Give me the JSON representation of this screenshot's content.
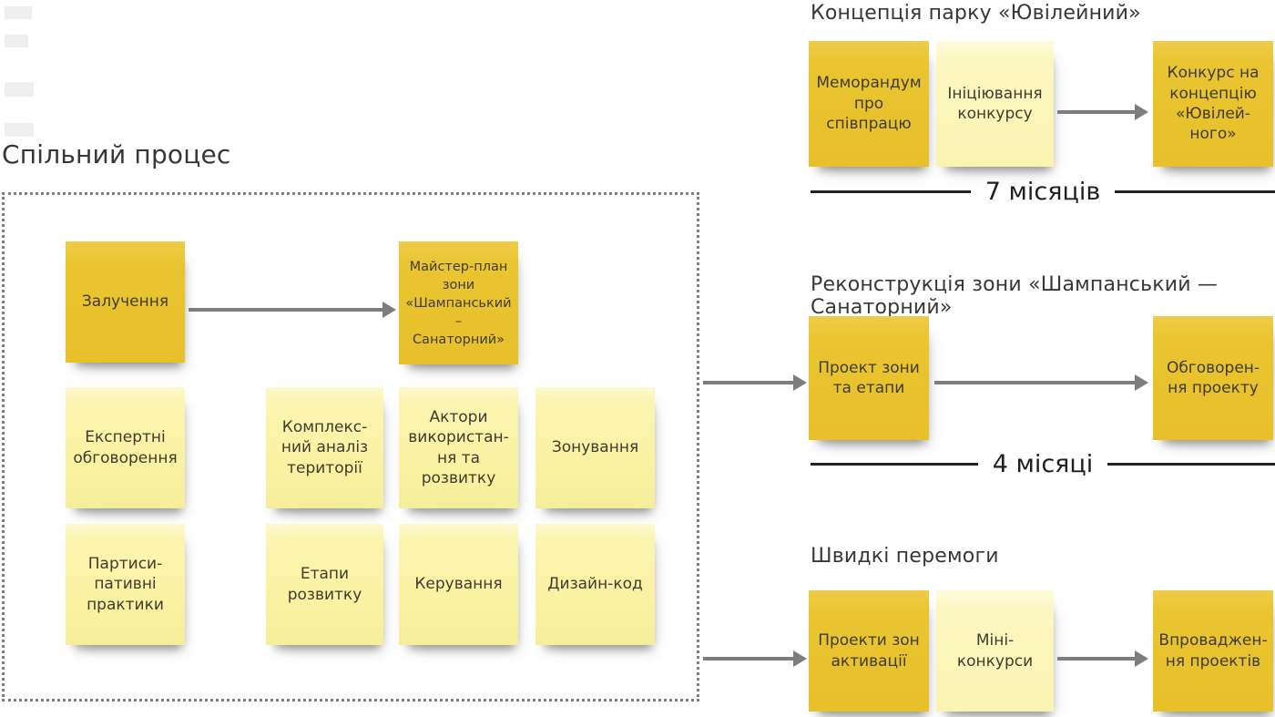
{
  "palette": {
    "note_dark": "#e8c42e",
    "note_light": "#f9f2a2",
    "note_text": "#3f3b2e",
    "arrow": "#7d7d7d",
    "timeline_line": "#242424",
    "box_border": "#7f7f7f",
    "background": "#ffffff"
  },
  "left_panel": {
    "title": "Спільний процес",
    "notes": [
      {
        "text": "Залучення",
        "variant": "dark"
      },
      {
        "text": "Майстер-план\nзони\n«Шампанський –\nСанаторний»",
        "variant": "dark"
      },
      {
        "text": "Експертні\nобговорення",
        "variant": "light"
      },
      {
        "text": "Комплекс-\nний аналіз\nтериторії",
        "variant": "light"
      },
      {
        "text": "Актори\nвикористан-\nня та\nрозвитку",
        "variant": "light"
      },
      {
        "text": "Зонування",
        "variant": "light"
      },
      {
        "text": "Партиси-\nпативні\nпрактики",
        "variant": "light"
      },
      {
        "text": "Етапи\nрозвитку",
        "variant": "light"
      },
      {
        "text": "Керування",
        "variant": "light"
      },
      {
        "text": "Дизайн-код",
        "variant": "light"
      }
    ]
  },
  "sections": [
    {
      "title": "Концепція парку «Ювілейний»",
      "duration": "7 місяців",
      "notes": [
        {
          "text": "Меморандум\nпро\nспівпрацю",
          "variant": "dark"
        },
        {
          "text": "Ініціювання\nконкурсу",
          "variant": "lighter"
        },
        {
          "text": "Конкурс на\nконцепцію\n«Ювілей-\nного»",
          "variant": "dark"
        }
      ]
    },
    {
      "title": "Реконструкція зони «Шампанський — Санаторний»",
      "duration": "4 місяці",
      "notes": [
        {
          "text": "Проект зони\nта етапи",
          "variant": "dark"
        },
        {
          "text": "Обговорен-\nня проекту",
          "variant": "dark"
        }
      ]
    },
    {
      "title": "Швидкі перемоги",
      "notes": [
        {
          "text": "Проекти зон\nактивації",
          "variant": "dark"
        },
        {
          "text": "Міні-\nконкурси",
          "variant": "lighter"
        },
        {
          "text": "Впроваджен-\nня проектів",
          "variant": "dark"
        }
      ]
    }
  ]
}
